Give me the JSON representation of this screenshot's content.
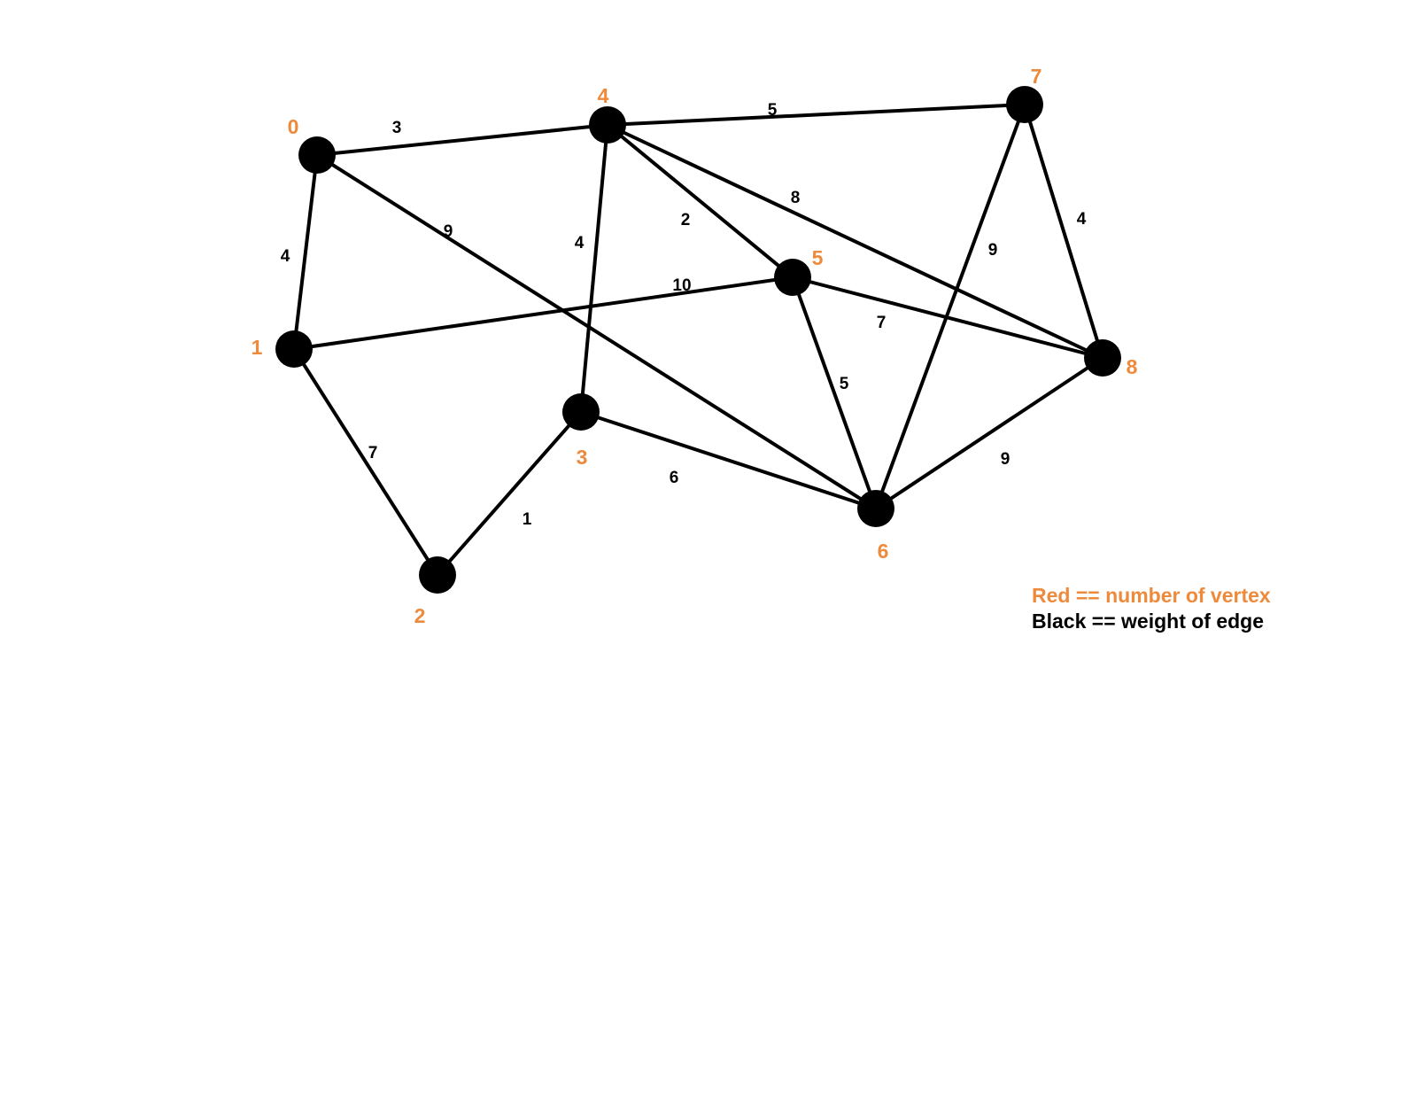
{
  "colors": {
    "vertex_label": "#ED8A3C",
    "edge": "#000000",
    "node": "#000000"
  },
  "vertices": [
    {
      "id": "0"
    },
    {
      "id": "1"
    },
    {
      "id": "2"
    },
    {
      "id": "3"
    },
    {
      "id": "4"
    },
    {
      "id": "5"
    },
    {
      "id": "6"
    },
    {
      "id": "7"
    },
    {
      "id": "8"
    }
  ],
  "edges": [
    {
      "from": "0",
      "to": "4",
      "weight": "3"
    },
    {
      "from": "0",
      "to": "1",
      "weight": "4"
    },
    {
      "from": "0",
      "to": "6",
      "weight": "9"
    },
    {
      "from": "1",
      "to": "5",
      "weight": "10"
    },
    {
      "from": "1",
      "to": "2",
      "weight": "7"
    },
    {
      "from": "2",
      "to": "3",
      "weight": "1"
    },
    {
      "from": "3",
      "to": "4",
      "weight": "4"
    },
    {
      "from": "3",
      "to": "6",
      "weight": "6"
    },
    {
      "from": "4",
      "to": "7",
      "weight": "5"
    },
    {
      "from": "4",
      "to": "5",
      "weight": "2"
    },
    {
      "from": "4",
      "to": "8",
      "weight": "8"
    },
    {
      "from": "5",
      "to": "8",
      "weight": "7"
    },
    {
      "from": "5",
      "to": "6",
      "weight": "5"
    },
    {
      "from": "7",
      "to": "6",
      "weight": "9"
    },
    {
      "from": "7",
      "to": "8",
      "weight": "4"
    },
    {
      "from": "6",
      "to": "8",
      "weight": "9"
    }
  ],
  "legend": {
    "vertex_text": "Red == number of vertex",
    "weight_text": "Black == weight of edge"
  }
}
